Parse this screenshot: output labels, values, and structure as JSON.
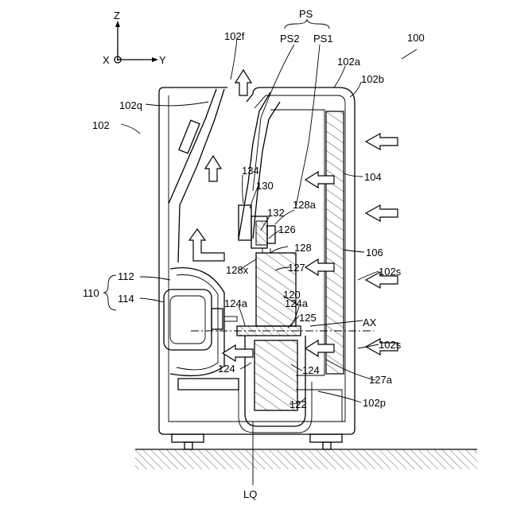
{
  "axes": {
    "z": "Z",
    "y": "Y",
    "x": "X"
  },
  "labels": {
    "l100": "100",
    "l102": "102",
    "l102a": "102a",
    "l102b": "102b",
    "l102f": "102f",
    "l102q": "102q",
    "l102s_1": "102s",
    "l102s_2": "102s",
    "l102p": "102p",
    "l104": "104",
    "l106": "106",
    "l110": "110",
    "l112": "112",
    "l114": "114",
    "l120": "120",
    "l122": "122",
    "l124_1": "124",
    "l124_2": "124",
    "l124a_1": "124a",
    "l124a_2": "124a",
    "l125": "125",
    "l126": "126",
    "l127": "127",
    "l127a": "127a",
    "l128": "128",
    "l128a": "128a",
    "l128x": "128x",
    "l130": "130",
    "l132": "132",
    "l134": "134",
    "ps": "PS",
    "ps1": "PS1",
    "ps2": "PS2",
    "ax": "AX",
    "lq": "LQ"
  },
  "colors": {
    "line": "#000000",
    "background": "#ffffff"
  }
}
